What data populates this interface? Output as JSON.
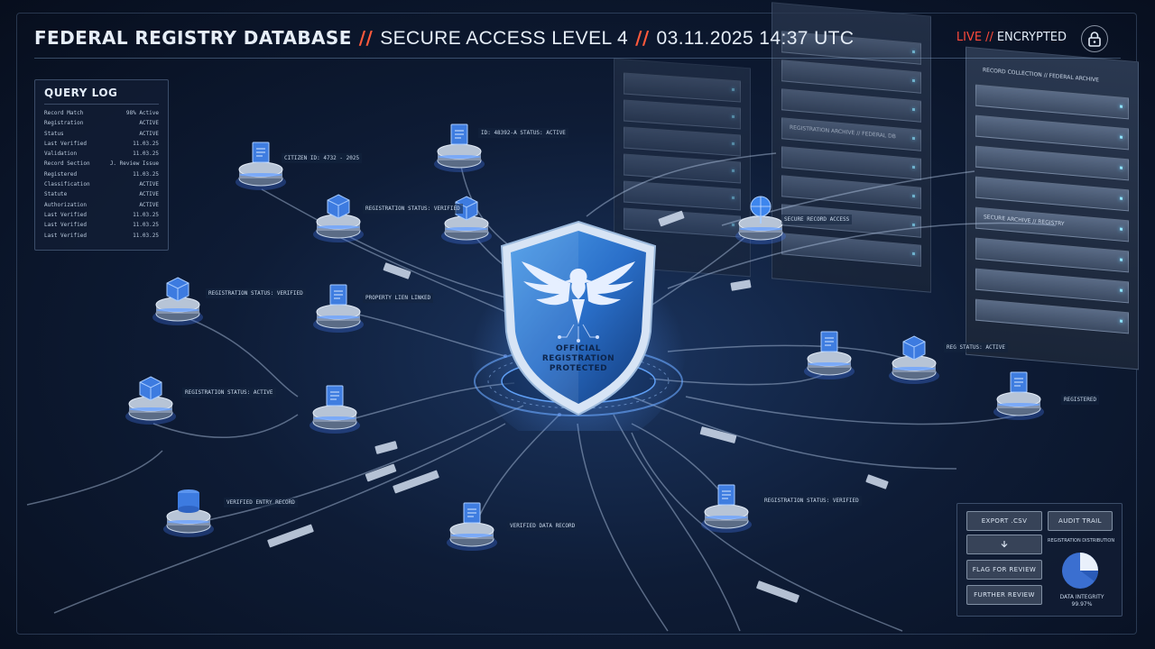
{
  "header": {
    "title_main": "FEDERAL REGISTRY DATABASE",
    "separator": "//",
    "title_access": "SECURE ACCESS LEVEL 4",
    "title_timestamp": "03.11.2025 14:37 UTC",
    "status_live": "LIVE",
    "status_encrypted": "ENCRYPTED",
    "lock_icon": "lock-icon"
  },
  "query_log": {
    "title": "QUERY LOG",
    "rows": [
      {
        "label": "Record Match",
        "value": "98% Active"
      },
      {
        "label": "  Registration",
        "value": "ACTIVE"
      },
      {
        "label": "  Status",
        "value": "ACTIVE"
      },
      {
        "label": "  Last Verified",
        "value": "11.03.25"
      },
      {
        "label": "  Validation",
        "value": "11.03.25"
      },
      {
        "label": "Record Section",
        "value": "J. Review Issue"
      },
      {
        "label": "  Registered",
        "value": "11.03.25"
      },
      {
        "label": "Classification",
        "value": "ACTIVE"
      },
      {
        "label": "  Statute",
        "value": "ACTIVE"
      },
      {
        "label": "  Authorization",
        "value": "ACTIVE"
      },
      {
        "label": "  Last Verified",
        "value": "11.03.25"
      },
      {
        "label": "  Last Verified",
        "value": "11.03.25"
      },
      {
        "label": "  Last Verified",
        "value": "11.03.25"
      }
    ]
  },
  "shield": {
    "line1": "OFFICIAL",
    "line2": "REGISTRATION",
    "line3": "PROTECTED",
    "emblem_icon": "eagle-emblem-icon"
  },
  "server_labels": [
    "RECORD COLLECTION // FEDERAL ARCHIVE",
    "REGISTRATION ARCHIVE // FEDERAL DB",
    "SECURE ARCHIVE // REGISTRY"
  ],
  "node_labels": [
    "CITIZEN ID: 4732 - 2025",
    "ID: 48392-A STATUS: ACTIVE",
    "REGISTRATION STATUS: VERIFIED",
    "REGISTRATION STATUS: VERIFIED",
    "PROPERTY LIEN LINKED",
    "REGISTRATION STATUS: ACTIVE",
    "VERIFIED ENTRY RECORD",
    "VERIFIED DATA RECORD",
    "REGISTRATION STATUS: VERIFIED",
    "REG STATUS: ACTIVE",
    "REGISTERED",
    "SECURE RECORD ACCESS"
  ],
  "actions": {
    "export": "EXPORT .CSV",
    "audit": "AUDIT TRAIL",
    "flag": "FLAG FOR REVIEW",
    "further": "FURTHER REVIEW",
    "pie_title": "REGISTRATION DISTRIBUTION",
    "pie_label_1": "DATA INTEGRITY",
    "pie_label_2": "99.97%"
  }
}
